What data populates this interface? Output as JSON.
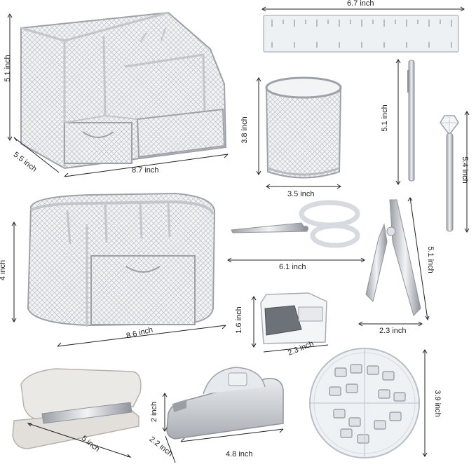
{
  "colors": {
    "silver": "#c9ccd1",
    "silver_dark": "#8e9299",
    "mesh": "#b4b8be",
    "white_plastic": "#e8e6e2",
    "clear": "#dfe7ee"
  },
  "products": [
    {
      "id": "mesh-organizer-large",
      "dims": [
        "5.1 inch",
        "5.5 inch",
        "8.7 inch"
      ]
    },
    {
      "id": "ruler",
      "dims": [
        "6.7 inch"
      ]
    },
    {
      "id": "pencil-cup",
      "dims": [
        "3.8 inch",
        "3.5 inch"
      ]
    },
    {
      "id": "ballpoint-pen",
      "dims": [
        "5.1 inch"
      ]
    },
    {
      "id": "crystal-pen",
      "dims": [
        "5.4 inch"
      ]
    },
    {
      "id": "mesh-organizer-oval",
      "dims": [
        "4 inch",
        "8.6 inch"
      ]
    },
    {
      "id": "scissors",
      "dims": [
        "6.1 inch"
      ]
    },
    {
      "id": "hole-punch",
      "dims": [
        "5.1 inch",
        "2.3 inch"
      ]
    },
    {
      "id": "staple-remover",
      "dims": [
        "1.6 inch",
        "2.3 inch"
      ]
    },
    {
      "id": "stapler",
      "dims": [
        "5 inch"
      ]
    },
    {
      "id": "tape-dispenser",
      "dims": [
        "2 inch",
        "2.2 inch",
        "4.8 inch"
      ]
    },
    {
      "id": "clip-container",
      "dims": [
        "3.9 inch"
      ]
    }
  ]
}
